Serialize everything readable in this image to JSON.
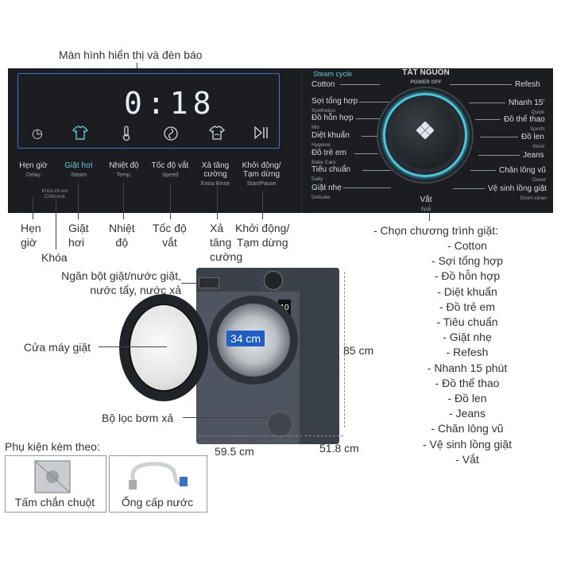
{
  "header_label": "Màn hình hiển thị và đèn báo",
  "display": {
    "time": "0:18",
    "icons": [
      "timer-icon",
      "shirt-steam-icon",
      "thermometer-icon",
      "spin-icon",
      "rinse-icon",
      "play-pause-icon"
    ]
  },
  "buttons": [
    {
      "label": "Hẹn giờ",
      "sub": "Delay"
    },
    {
      "label": "Giặt hơi",
      "sub": "Steam"
    },
    {
      "label": "Nhiệt độ",
      "sub": "Temp."
    },
    {
      "label": "Tốc độ vắt",
      "sub": "Speed"
    },
    {
      "label": "Xả tăng cường",
      "sub": "Extra Rinse"
    },
    {
      "label": "Khởi động/ Tạm dừng",
      "sub": "Start/Pause"
    }
  ],
  "panel_lock_text": "Khóa trẻ em",
  "panel_lock_sub": "Child lock",
  "callouts": {
    "delay": "Hẹn\ngiờ",
    "lock": "Khóa",
    "steam": "Giặt\nhơi",
    "temp": "Nhiệt\nđộ",
    "speed": "Tốc độ\nvắt",
    "rinse": "Xả\ntăng\ncường",
    "start": "Khởi động/\nTạm dừng"
  },
  "dial": {
    "power_off": "TẮT NGUỒN",
    "power_off_sub": "POWER OFF",
    "steam_cycle": "Steam cycle",
    "bottom": "Vắt",
    "bottom_sub": "Spin",
    "left_programs": [
      {
        "label": "Cotton",
        "sub": ""
      },
      {
        "label": "Sợi tổng hợp",
        "sub": "Synthetics"
      },
      {
        "label": "Đồ hỗn hợp",
        "sub": "Mix"
      },
      {
        "label": "Diệt khuẩn",
        "sub": "Hygiene"
      },
      {
        "label": "Đồ trẻ em",
        "sub": "Baby Care"
      },
      {
        "label": "Tiêu chuẩn",
        "sub": "Daily"
      },
      {
        "label": "Giặt nhẹ",
        "sub": "Delicate"
      }
    ],
    "right_programs": [
      {
        "label": "Refesh",
        "sub": ""
      },
      {
        "label": "Nhanh 15'",
        "sub": "Quick"
      },
      {
        "label": "Đồ thể thao",
        "sub": "Sports"
      },
      {
        "label": "Đồ len",
        "sub": "Wool"
      },
      {
        "label": "Jeans",
        "sub": ""
      },
      {
        "label": "Chăn lông vũ",
        "sub": "Duvet"
      },
      {
        "label": "Vệ sinh lồng giặt",
        "sub": "Drum clean"
      }
    ]
  },
  "program_list_title": "- Chọn chương trình giặt:",
  "program_list": [
    "- Cotton",
    "- Sợi tổng hợp",
    "- Đồ hỗn hợp",
    "- Diệt khuẩn",
    "- Đồ trẻ em",
    "- Tiêu chuẩn",
    "- Giặt nhẹ",
    "- Refesh",
    "- Nhanh 15 phút",
    "- Đồ thể thao",
    "- Đồ len",
    "- Jeans",
    "- Chăn lông vũ",
    "- Vệ sinh lồng giặt",
    "- Vắt"
  ],
  "washer_labels": {
    "detergent": "Ngăn bột giặt/nước giặt,\nnước tẩy, nước xả",
    "door": "Cửa máy giặt",
    "filter": "Bộ lọc bơm xả",
    "drum_depth": "34 cm",
    "height": "85 cm",
    "width": "59.5 cm",
    "depth": "51.8 cm",
    "energy_badge": "10"
  },
  "accessories": {
    "title": "Phụ kiện kèm theo:",
    "items": [
      {
        "label": "Tấm chắn chuột",
        "icon": "mouse-guard-plate-icon"
      },
      {
        "label": "Ống cấp nước",
        "icon": "water-inlet-hose-icon"
      }
    ]
  },
  "colors": {
    "panel_bg": "#1b1d20",
    "display_border": "#3a74c9",
    "dial_ring": "#45c6dc",
    "steam_accent": "#5fc9d8",
    "washer_body": "#4e5560",
    "badge_blue": "#1f5ec4"
  }
}
